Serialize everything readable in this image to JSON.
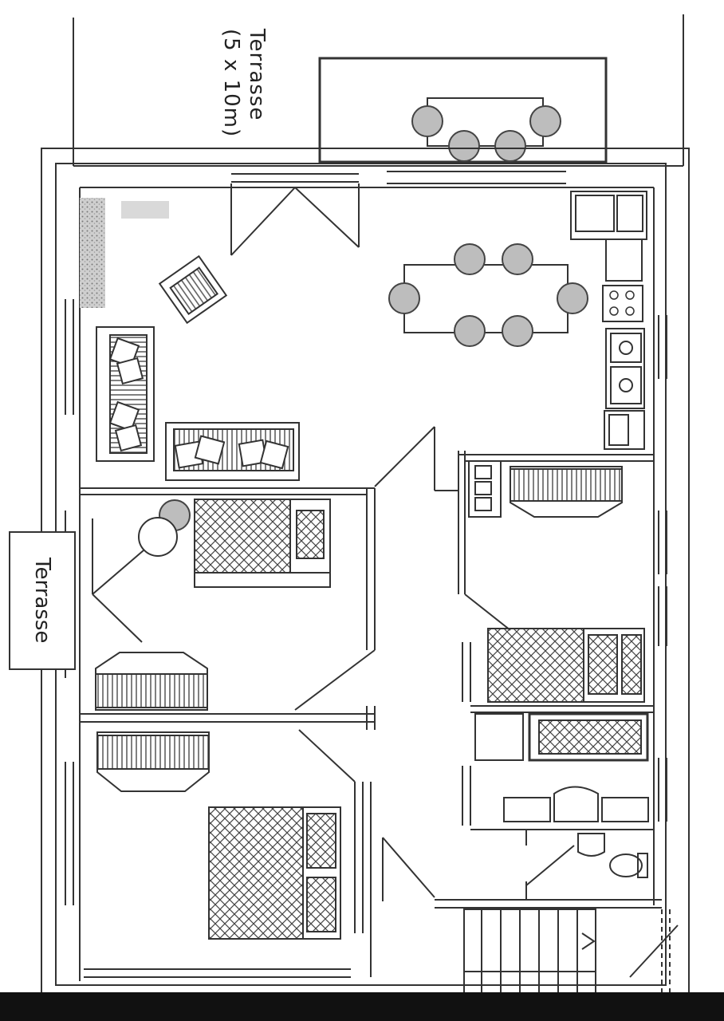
{
  "labels": {
    "terrace_top_line1": "Terrasse",
    "terrace_top_line2": "(5 x 10m)",
    "terrace_side": "Terrasse"
  },
  "colors": {
    "line": "#333333",
    "furniture_fill": "#bdbdbd",
    "background": "#ffffff",
    "bottom_bar": "#111111"
  }
}
